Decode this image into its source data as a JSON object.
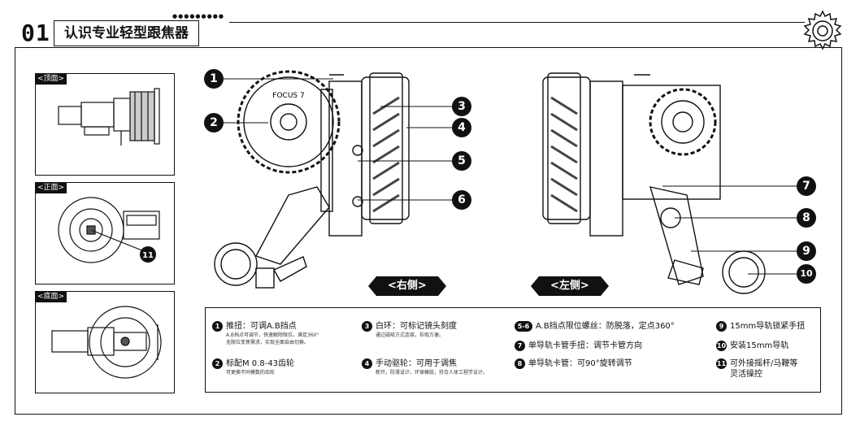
{
  "header": {
    "number": "01",
    "title": "认识专业轻型跟焦器"
  },
  "thumbnails": [
    {
      "tag": "<顶面>"
    },
    {
      "tag": "<正面>"
    },
    {
      "tag": "<底面>"
    }
  ],
  "side_labels": {
    "right": "<右侧>",
    "left": "<左侧>"
  },
  "gear_text": "FOCUS 7",
  "callouts": [
    "1",
    "2",
    "3",
    "4",
    "5",
    "6",
    "7",
    "8",
    "9",
    "10",
    "11"
  ],
  "legend": [
    {
      "num": "1",
      "title": "推扭：可调A.B挡点",
      "desc1": "A.B挡点可调节，快速解除限位，满足360°",
      "desc2": "无限位变焦需求，实现全面自由切换。"
    },
    {
      "num": "2",
      "title": "标配M 0.8-43齿轮",
      "desc1": "可更换不同模数的齿轮",
      "desc2": ""
    },
    {
      "num": "3",
      "title": "白环：可标记镜头刻度",
      "desc1": "通过磁吸方式连接，拆取方便。",
      "desc2": ""
    },
    {
      "num": "4",
      "title": "手动驱轮：可用于调焦",
      "desc1": "新开，防滑设计，环保橡胶，符合人体工程学设计。",
      "desc2": ""
    },
    {
      "num": "5-6",
      "title": "A.B挡点限位螺丝：防脱落，定点360°",
      "desc1": "",
      "desc2": ""
    },
    {
      "num": "7",
      "title": "单导轨卡管手扭：调节卡管方向",
      "desc1": "",
      "desc2": ""
    },
    {
      "num": "8",
      "title": "单导轨卡管：可90°旋转调节",
      "desc1": "",
      "desc2": ""
    },
    {
      "num": "9",
      "title": "15mm导轨锁紧手扭",
      "desc1": "",
      "desc2": ""
    },
    {
      "num": "10",
      "title": "安装15mm导轨",
      "desc1": "",
      "desc2": ""
    },
    {
      "num": "11",
      "title": "可外接摇杆/马鞭等",
      "desc1": "灵活操控",
      "desc2": ""
    }
  ]
}
